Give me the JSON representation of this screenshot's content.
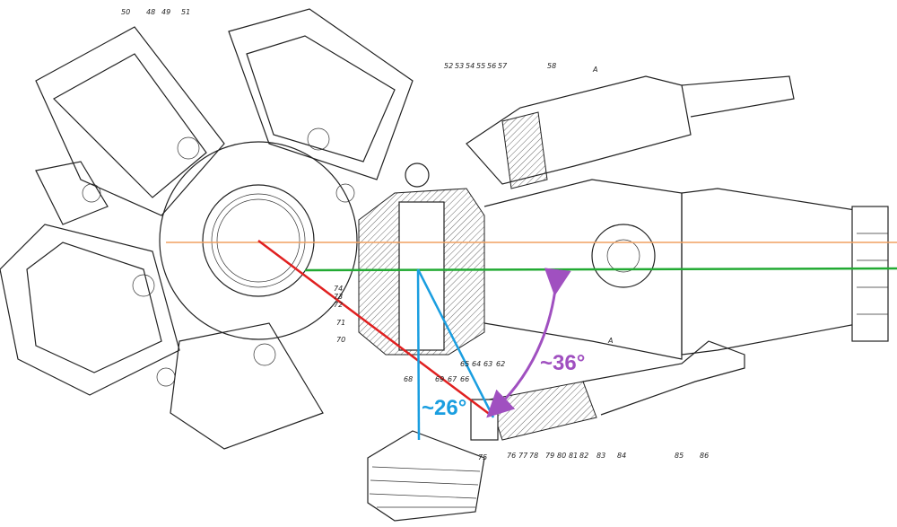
{
  "annotations": {
    "blue_angle": "~26°",
    "purple_angle": "~36°",
    "section_mark_top": "A",
    "section_mark_bottom": "A"
  },
  "colors": {
    "orange_line": "#f0a060",
    "green_line": "#22aa33",
    "red_line": "#e02020",
    "blue_line": "#1a9ee0",
    "purple_arrow": "#a050c0"
  },
  "part_numbers": {
    "top_left": [
      "50",
      "48",
      "49",
      "51"
    ],
    "top_center": [
      "52",
      "53",
      "54",
      "55",
      "56",
      "57"
    ],
    "top_right": [
      "58"
    ],
    "left": [
      "74",
      "73",
      "72",
      "71",
      "70"
    ],
    "middle": [
      "68",
      "69",
      "67",
      "66",
      "65",
      "64",
      "63",
      "62"
    ],
    "bottom": [
      "75",
      "76",
      "77",
      "78",
      "79",
      "80",
      "81",
      "82",
      "83",
      "84",
      "85",
      "86"
    ]
  }
}
